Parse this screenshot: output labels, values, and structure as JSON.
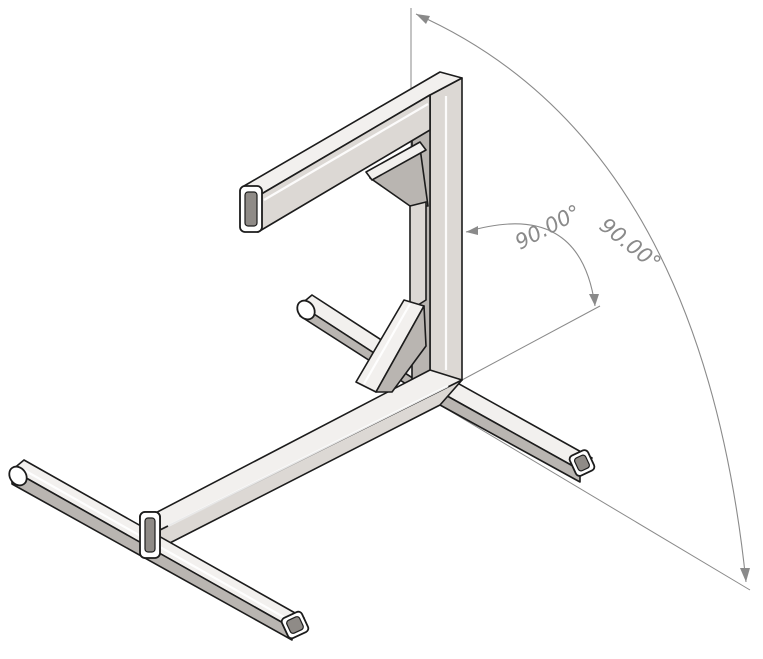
{
  "dimensions": [
    {
      "label": "90.00°",
      "kind": "angle"
    },
    {
      "label": "90.00°",
      "kind": "angle"
    }
  ],
  "colors": {
    "tube_light": "#f2f0ee",
    "tube_dark": "#b9b5b1",
    "outline": "#1c1c1c",
    "dimension": "#8a8a8a",
    "background": "#ffffff"
  }
}
